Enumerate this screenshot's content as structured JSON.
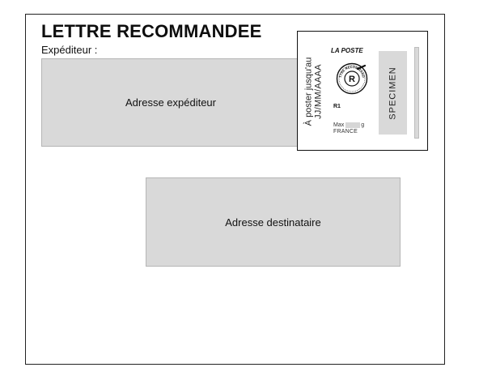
{
  "document": {
    "title": "LETTRE RECOMMANDEE",
    "sender_label": "Expéditeur :",
    "sender_placeholder": "Adresse expéditeur",
    "recipient_placeholder": "Adresse destinataire"
  },
  "stamp": {
    "vertical_line1": "À poster jusqu'au",
    "vertical_line2": "JJ/MM/AAAA",
    "brand": "LA POSTE",
    "seal_letter": "R",
    "seal_ring_text": "LETTRE RECOMMANDÉE",
    "code": "R1",
    "max_label": "Max",
    "weight_unit": "g",
    "country": "FRANCE",
    "specimen": "SPECIMEN"
  }
}
